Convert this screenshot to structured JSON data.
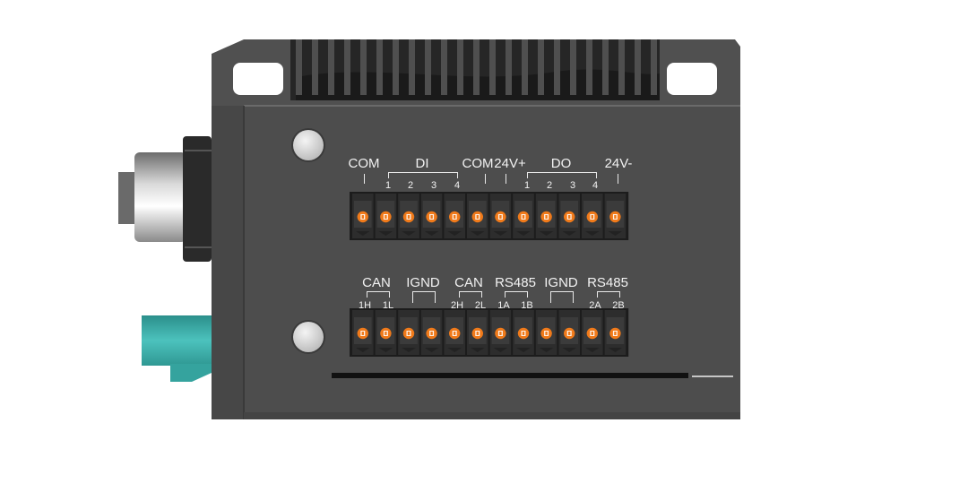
{
  "top_row": {
    "groups": [
      "COM",
      "DI",
      "COM",
      "24V+",
      "DO",
      "24V-"
    ],
    "pins": [
      "1",
      "2",
      "3",
      "4",
      "1",
      "2",
      "3",
      "4"
    ]
  },
  "bottom_row": {
    "groups": [
      "CAN",
      "IGND",
      "CAN",
      "RS485",
      "IGND",
      "RS485"
    ],
    "pins": [
      "1H",
      "1L",
      "2H",
      "2L",
      "1A",
      "1B",
      "2A",
      "2B"
    ]
  },
  "colors": {
    "housing": "#4a4a4a",
    "terminal_pin": "#f07a1a",
    "connector_teal": "#3aaaa5"
  }
}
